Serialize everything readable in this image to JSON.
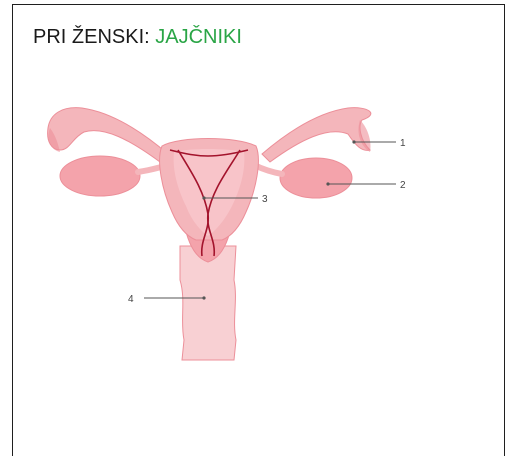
{
  "title": {
    "prefix": "PRI ŽENSKI: ",
    "highlight": "JAJČNIKI",
    "highlight_color": "#2aa546"
  },
  "diagram": {
    "labels": [
      {
        "id": "1",
        "text": "1"
      },
      {
        "id": "2",
        "text": "2"
      },
      {
        "id": "3",
        "text": "3"
      },
      {
        "id": "4",
        "text": "4"
      }
    ],
    "colors": {
      "tissue": "#f4b6bb",
      "tissue_light": "#f8d0d3",
      "tissue_dark": "#ec8f99",
      "canal": "#a3132c",
      "leader_line": "#555555"
    }
  }
}
